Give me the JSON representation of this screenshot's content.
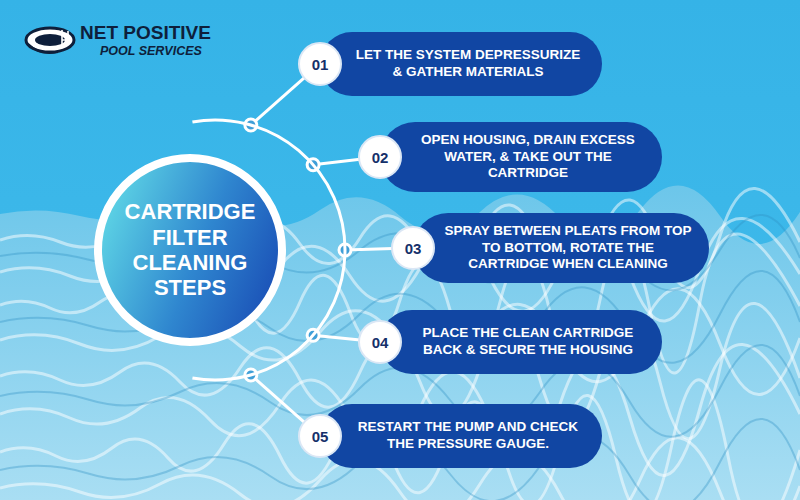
{
  "diagram": {
    "nodes": [
      {
        "text": [
          "CARTRIDGE FILTER CLEANING STEPS"
        ]
      },
      {
        "text": [
          "01"
        ]
      },
      {
        "text": [
          "LET THE SYSTEM DEPRESSURIZE & GATHER MATERIALS"
        ]
      },
      {
        "text": [
          "02"
        ]
      },
      {
        "text": [
          "OPEN HOUSING, DRAIN EXCESS WATER, & TAKE OUT THE CARTRIDGE"
        ]
      },
      {
        "text": [
          "03"
        ]
      },
      {
        "text": [
          "SPRAY BETWEEN PLEATS FROM TOP TO BOTTOM, ROTATE THE CARTRIDGE WHEN CLEANING"
        ]
      },
      {
        "text": [
          "04"
        ]
      },
      {
        "text": [
          "PLACE THE CLEAN CARTRIDGE BACK & SECURE THE HOUSING"
        ]
      },
      {
        "text": [
          "05"
        ]
      },
      {
        "text": [
          "RESTART THE PUMP AND CHECK THE PRESSURE GAUGE."
        ]
      }
    ],
    "edges": [
      {
        "from": 0,
        "to": 1,
        "arrow": "none"
      },
      {
        "from": 0,
        "to": 3,
        "arrow": "none"
      },
      {
        "from": 0,
        "to": 5,
        "arrow": "none"
      },
      {
        "from": 0,
        "to": 7,
        "arrow": "none"
      },
      {
        "from": 0,
        "to": 9,
        "arrow": "none"
      }
    ],
    "labels": [
      "NET POSITIVE",
      "POOL SERVICES"
    ]
  }
}
